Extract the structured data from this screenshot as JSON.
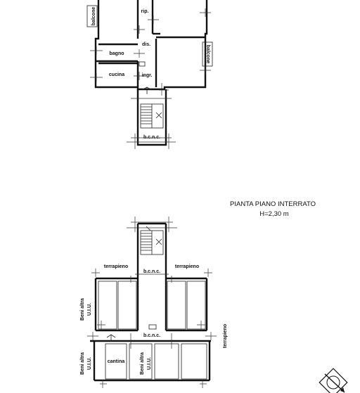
{
  "upper_plan": {
    "rooms": {
      "balcone_left": "balcone",
      "rip": "rip.",
      "dis": "dis.",
      "bagno": "bagno",
      "cucina": "cucina",
      "ingr": "ingr.",
      "balcone_right": "balcone",
      "bcnc": "b.c.n.c."
    }
  },
  "lower_plan": {
    "title": "PIANTA PIANO INTERRATO",
    "height": "H=2,30 m",
    "rooms": {
      "terrapieno_left": "terrapieno",
      "bcnc_top": "b.c.n.c.",
      "terrapieno_right": "terrapieno",
      "bcnc_corridor": "b.c.n.c.",
      "cantina": "cantina",
      "terrapieno_side": "terrapieno"
    },
    "notes": {
      "beni_altra_1a": "Beni altra",
      "beni_altra_1b": "U.I.U.",
      "beni_altra_2a": "Beni altra",
      "beni_altra_2b": "U.I.U.",
      "beni_altra_3a": "Beni altra",
      "beni_altra_3b": "U.I.U."
    }
  },
  "compass": {
    "symbol": "north-arrow"
  }
}
